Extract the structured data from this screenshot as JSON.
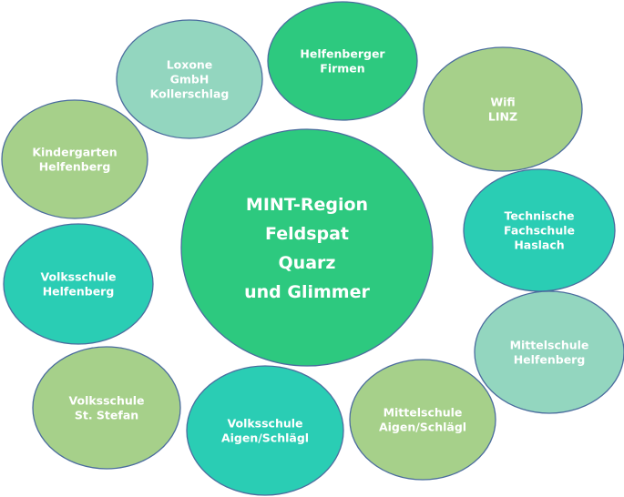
{
  "colors": {
    "bright_green": "#2DC97F",
    "light_green": "#A6D08A",
    "mint": "#93D6BF",
    "turquoise": "#2ACDB4",
    "border": "#4B6C9E",
    "text": "#FFFFFF"
  },
  "center": {
    "lines": [
      "MINT-Region",
      "Feldspat",
      "Quarz",
      "und Glimmer"
    ],
    "color": "bright_green"
  },
  "partners": [
    {
      "id": "loxone",
      "lines": [
        "Loxone",
        "GmbH",
        "Kollerschlag"
      ],
      "color": "mint"
    },
    {
      "id": "helfenberger-firmen",
      "lines": [
        "Helfenberger",
        "Firmen"
      ],
      "color": "bright_green"
    },
    {
      "id": "wifi-linz",
      "lines": [
        "Wifi",
        "LINZ"
      ],
      "color": "light_green"
    },
    {
      "id": "kindergarten-helfenberg",
      "lines": [
        "Kindergarten",
        "Helfenberg"
      ],
      "color": "light_green"
    },
    {
      "id": "technische-fachschule-haslach",
      "lines": [
        "Technische",
        "Fachschule",
        "Haslach"
      ],
      "color": "turquoise"
    },
    {
      "id": "volksschule-helfenberg",
      "lines": [
        "Volksschule",
        "Helfenberg"
      ],
      "color": "turquoise"
    },
    {
      "id": "mittelschule-helfenberg",
      "lines": [
        "Mittelschule",
        "Helfenberg"
      ],
      "color": "mint"
    },
    {
      "id": "volksschule-st-stefan",
      "lines": [
        "Volksschule",
        "St. Stefan"
      ],
      "color": "light_green"
    },
    {
      "id": "volksschule-aigen-schlaegl",
      "lines": [
        "Volksschule",
        "Aigen/Schlägl"
      ],
      "color": "turquoise"
    },
    {
      "id": "mittelschule-aigen-schlaegl",
      "lines": [
        "Mittelschule",
        "Aigen/Schlägl"
      ],
      "color": "light_green"
    }
  ]
}
